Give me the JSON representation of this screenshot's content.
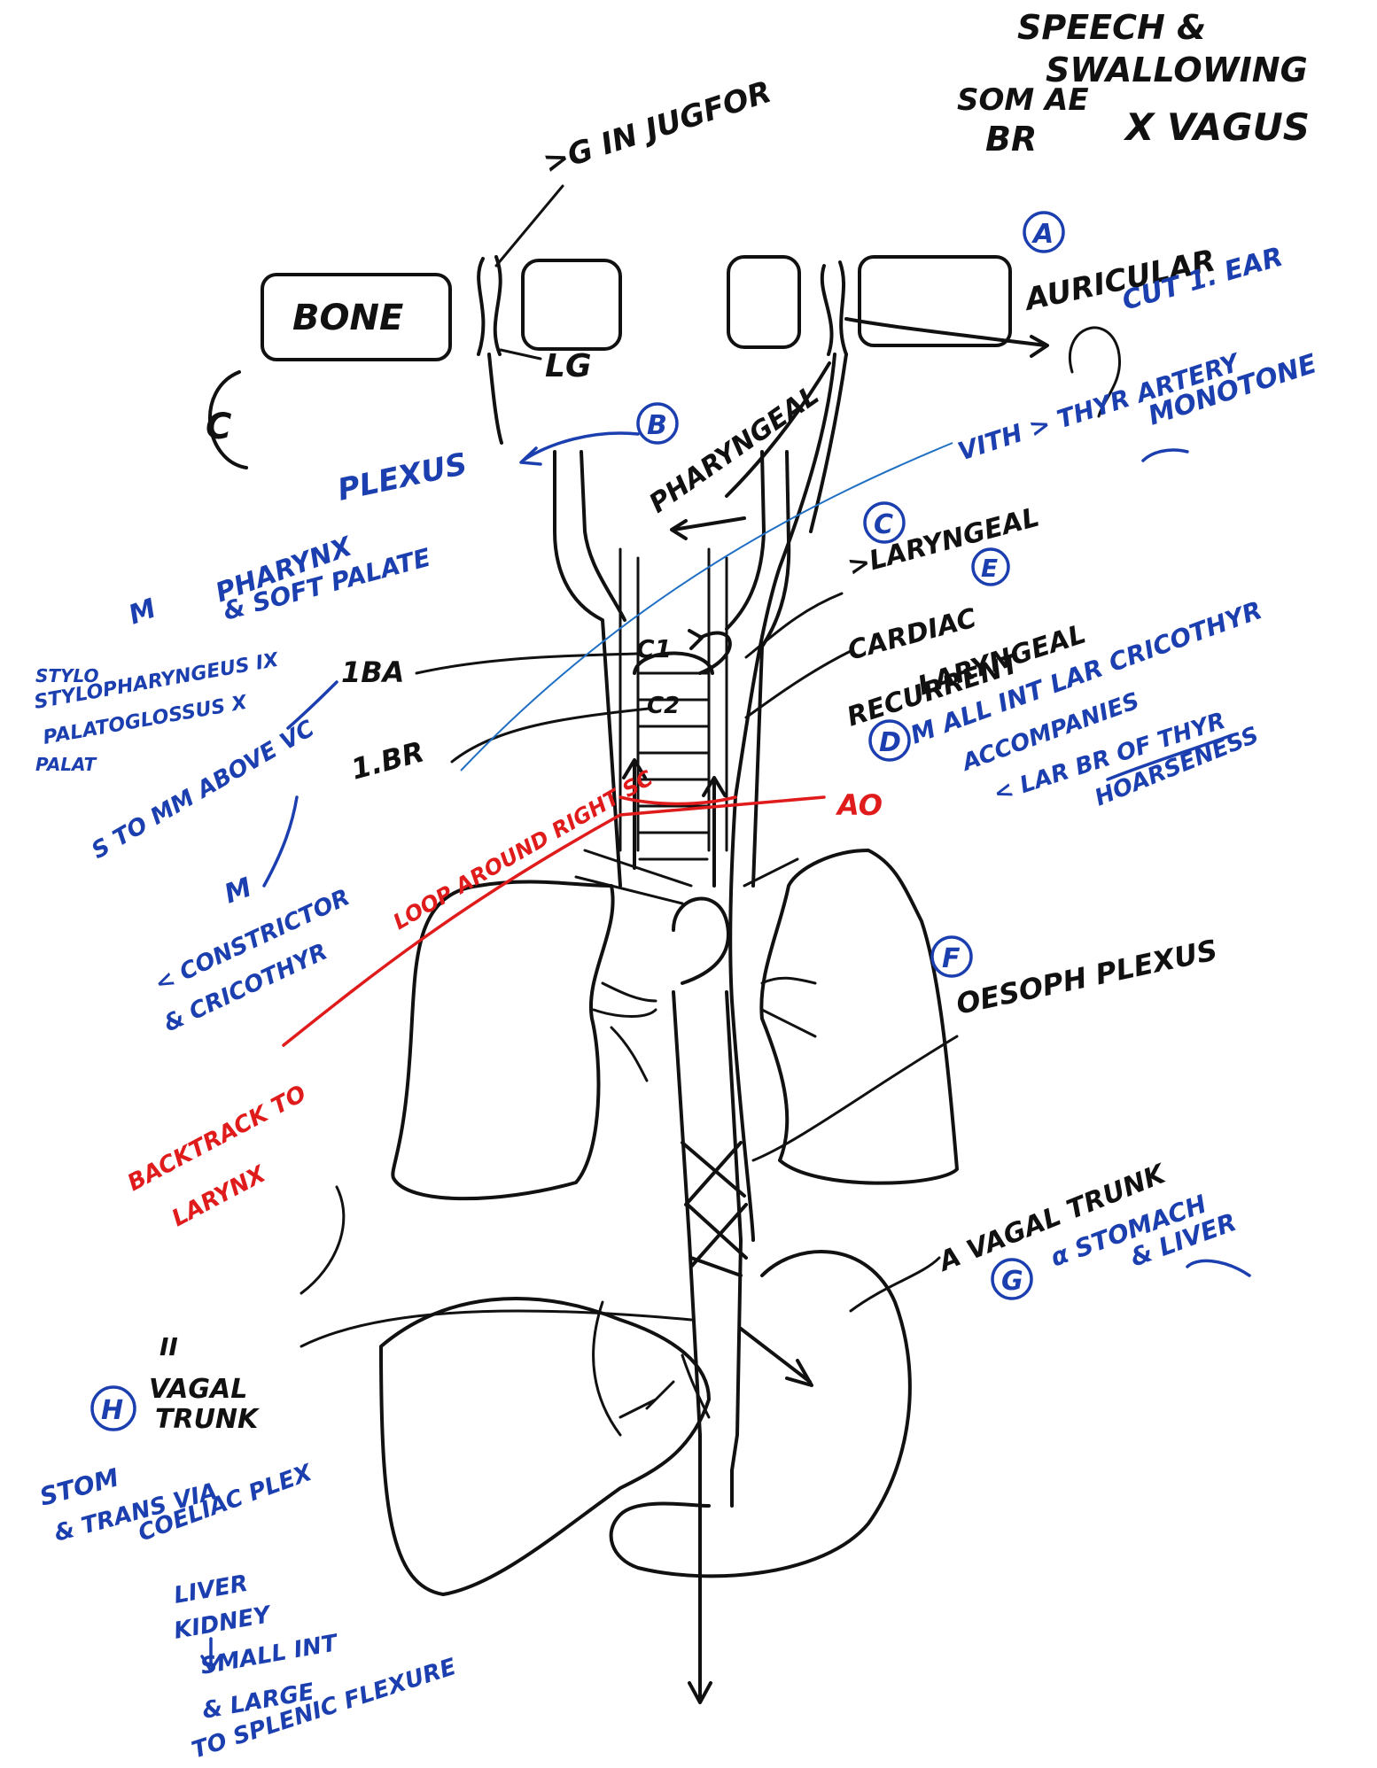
{
  "colors": {
    "ink": "#111111",
    "blue_ink": "#1c3fb0",
    "light_blue": "#1f6fc4",
    "red_ink": "#e01b1b"
  },
  "title": {
    "line1": "SPEECH &",
    "line2": "SWALLOWING",
    "line3": "SOM AE",
    "line4": "BR",
    "line5": "X VAGUS"
  },
  "labels": {
    "bone": "BONE",
    "sg_in_jugfor": ">G IN JUGFOR",
    "lg": "LG",
    "pharyngeal": "PHARYNGEAL",
    "c_left": "C",
    "ao": "AO",
    "c1": "C1",
    "c2": "C2",
    "one_ba": "1BA",
    "one_br": "1.BR",
    "laryngeal": ">LARYNGEAL",
    "cardiac": "CARDIAC",
    "recurrent": "RECURRENT",
    "recurrent_laryngeal": "LARYNGEAL",
    "oesoph_plexus": "OESOPH PLEXUS",
    "ant_vagal_trunk": "A VAGAL TRUNK",
    "post_vagal_trunk_1": "VAGAL",
    "post_vagal_trunk_2": "TRUNK"
  },
  "branches": {
    "a": {
      "marker": "A",
      "name": "AURICULAR",
      "detail": "CUT 1. EAR"
    },
    "b": {
      "marker": "B",
      "line1": "PLEXUS",
      "line2": "PHARYNX",
      "line3": "& SOFT PALATE",
      "line4": "M",
      "line5": "STYLOPHARYNGEUS IX",
      "line6": "PALATOGLOSSUS X",
      "line7": "STYLO",
      "line8": "PALAT"
    },
    "c": {
      "marker": "C",
      "line1": "VITH > THYR ARTERY",
      "line2": "MONOTONE",
      "line3": "S TO MM ABOVE VC",
      "line4": "M",
      "line5": "< CONSTRICTOR",
      "line6": "& CRICOTHYR"
    },
    "d": {
      "marker": "D",
      "line1": "M ALL INT LAR CRICOTHYR",
      "line2": "ACCOMPANIES",
      "line3": "< LAR BR OF THYR",
      "line4": "HOARSENESS"
    },
    "e": {
      "marker": "E"
    },
    "f": {
      "marker": "F"
    },
    "g": {
      "marker": "G",
      "line1": "α STOMACH",
      "line2": "& LIVER"
    },
    "h": {
      "marker": "H",
      "line1": "II",
      "line2": "STOM",
      "line3": "& TRANS VIA",
      "line4": "COELIAC PLEX",
      "line5": "LIVER",
      "line6": "KIDNEY",
      "line7": "SMALL INT",
      "line8": "& LARGE",
      "line9": "TO SPLENIC FLEXURE"
    }
  },
  "red_notes": {
    "loop": "LOOP AROUND RIGHT SC",
    "backtrack_1": "BACKTRACK TO",
    "backtrack_2": "LARYNX"
  }
}
